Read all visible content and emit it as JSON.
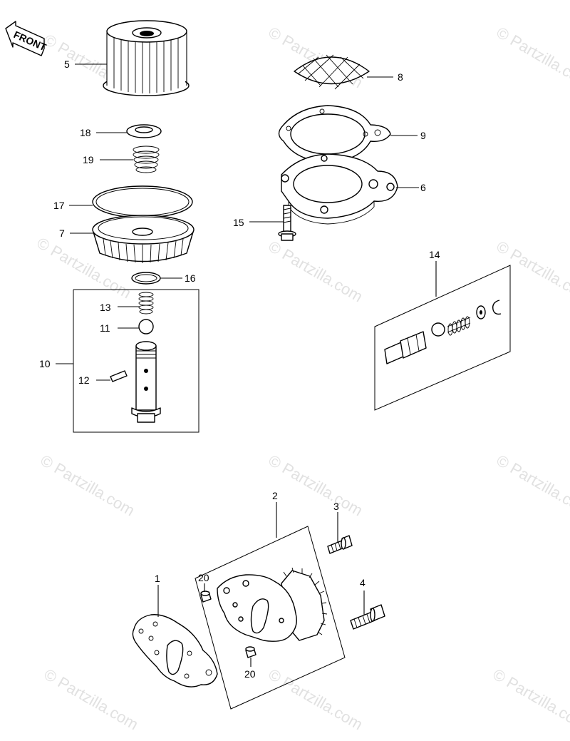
{
  "front_label": "FRONT",
  "watermark": "© Partzilla.com",
  "callouts": [
    {
      "id": "c5",
      "text": "5"
    },
    {
      "id": "c18",
      "text": "18"
    },
    {
      "id": "c19",
      "text": "19"
    },
    {
      "id": "c17",
      "text": "17"
    },
    {
      "id": "c7",
      "text": "7"
    },
    {
      "id": "c16",
      "text": "16"
    },
    {
      "id": "c13",
      "text": "13"
    },
    {
      "id": "c11",
      "text": "11"
    },
    {
      "id": "c10",
      "text": "10"
    },
    {
      "id": "c12",
      "text": "12"
    },
    {
      "id": "c8",
      "text": "8"
    },
    {
      "id": "c9",
      "text": "9"
    },
    {
      "id": "c6",
      "text": "6"
    },
    {
      "id": "c15",
      "text": "15"
    },
    {
      "id": "c14",
      "text": "14"
    },
    {
      "id": "c2",
      "text": "2"
    },
    {
      "id": "c3",
      "text": "3"
    },
    {
      "id": "c1",
      "text": "1"
    },
    {
      "id": "c4",
      "text": "4"
    },
    {
      "id": "c20a",
      "text": "20"
    },
    {
      "id": "c20b",
      "text": "20"
    }
  ]
}
